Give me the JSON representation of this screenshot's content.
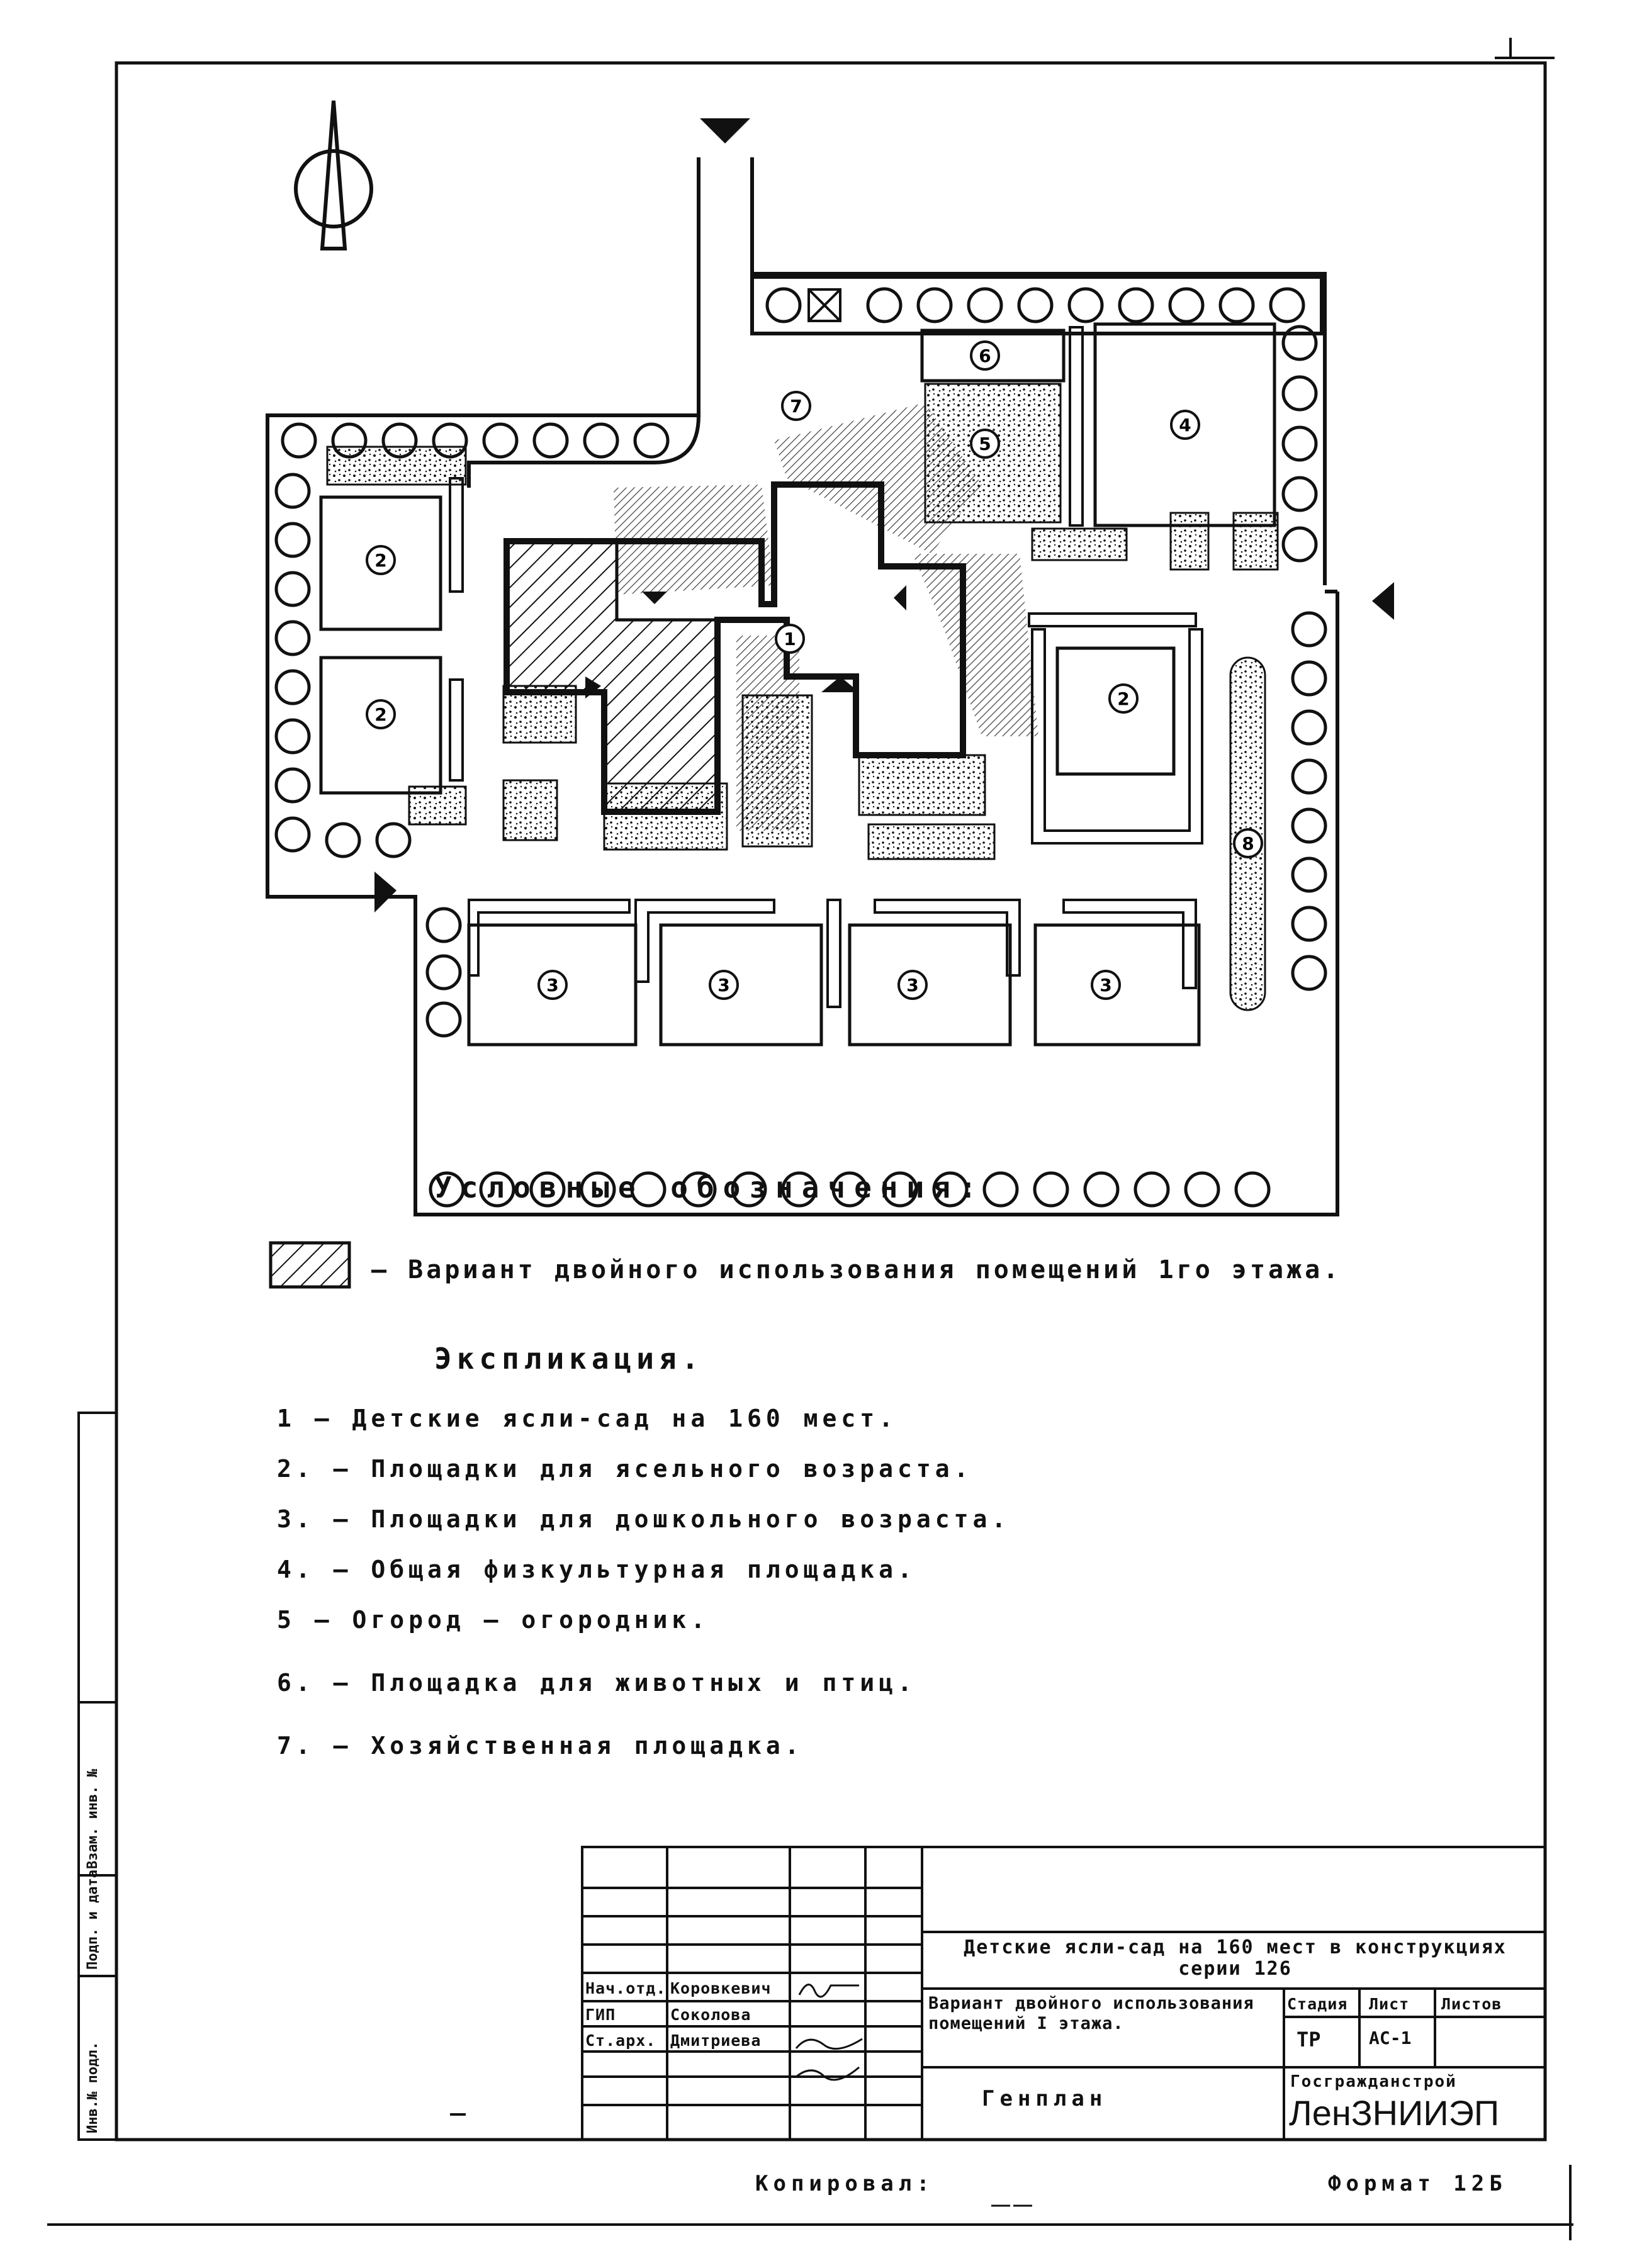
{
  "legend": {
    "title": "Условные обозначения:",
    "hatch_text": "– Вариант двойного использования помещений 1го этажа."
  },
  "explication": {
    "title": "Экспликация.",
    "items": [
      "1 – Детские ясли-сад на 160 мест.",
      "2. – Площадки для ясельного возраста.",
      "3. – Площадки для дошкольного возраста.",
      "4. – Общая физкультурная площадка.",
      "5 – Огород – огородник.",
      "6. – Площадка для животных и птиц.",
      "7. – Хозяйственная площадка."
    ]
  },
  "site_labels": [
    "1",
    "2",
    "2",
    "2",
    "3",
    "3",
    "3",
    "3",
    "4",
    "5",
    "6",
    "7",
    "8"
  ],
  "title_block": {
    "project": "Детские ясли-сад на 160 мест в конструкциях серии 126",
    "sheet_title": "Вариант двойного использования помещений I этажа.",
    "drawing_name": "Генплан",
    "stage_header": "Стадия",
    "sheet_header": "Лист",
    "sheets_header": "Листов",
    "stage_value": "ТР",
    "sheet_value": "АС-1",
    "org_line1": "Госгражданстрой",
    "org_line2": "ЛенЗНИИЭП",
    "signers": [
      {
        "role": "Нач.отд.",
        "name": "Коровкевич"
      },
      {
        "role": "ГИП",
        "name": "Соколова"
      },
      {
        "role": "Ст.арх.",
        "name": "Дмитриева"
      }
    ]
  },
  "side_stamp": [
    "Инв.№ подл.",
    "Подп. и дата",
    "Взам. инв. №"
  ],
  "footer": {
    "copied_by": "Копировал:",
    "format": "Формат 12Б"
  }
}
